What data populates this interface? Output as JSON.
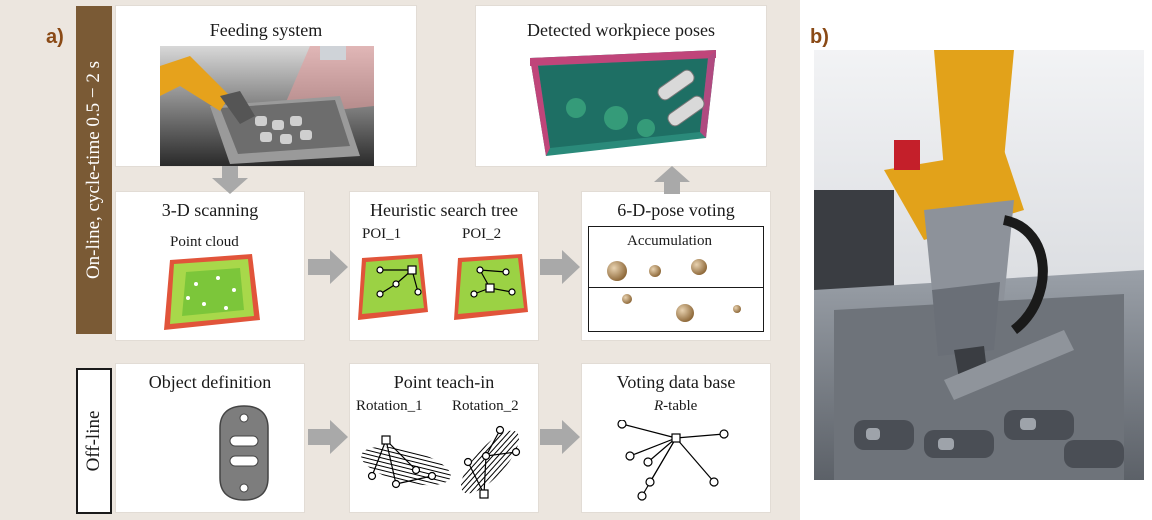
{
  "labels": {
    "a": "a)",
    "b": "b)"
  },
  "side": {
    "online": "On-line, cycle-time 0.5 − 2 s",
    "offline": "Off-line"
  },
  "row1": {
    "feeding": "Feeding system",
    "detected": "Detected workpiece poses"
  },
  "row2": {
    "scanning": {
      "title": "3-D scanning",
      "sub": "Point cloud"
    },
    "search": {
      "title": "Heuristic search tree",
      "poi1": "POI_1",
      "poi2": "POI_2"
    },
    "voting": {
      "title": "6-D-pose voting",
      "sub": "Accumulation"
    }
  },
  "row3": {
    "object": {
      "title": "Object definition"
    },
    "teach": {
      "title": "Point teach-in",
      "rot1": "Rotation_1",
      "rot2": "Rotation_2"
    },
    "database": {
      "title": "Voting data base",
      "sub_italic": "R",
      "sub_rest": "-table"
    }
  },
  "colors": {
    "panel_bg": "#ece6df",
    "online_bar": "#7a5a35",
    "label_brown": "#8a4a16",
    "arrow_gray": "#a9a9a9",
    "accumulation_ball": "#a8814f"
  }
}
